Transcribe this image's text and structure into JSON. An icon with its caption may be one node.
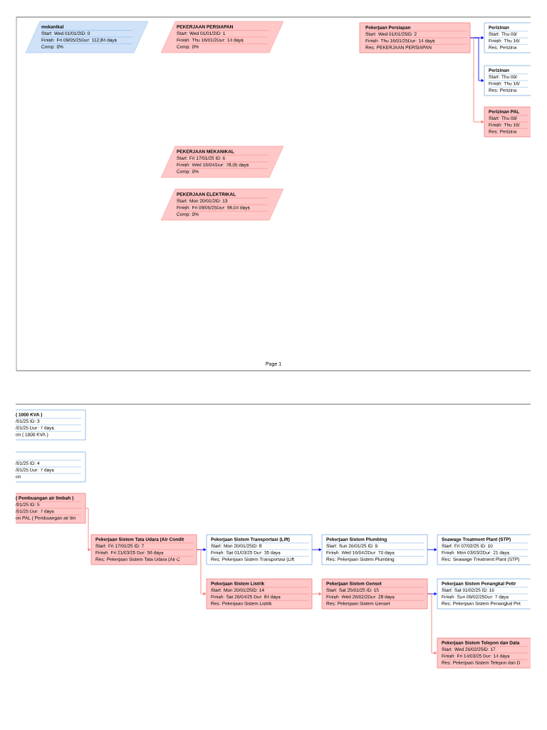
{
  "diagram": {
    "nodes": [
      {
        "text": [
          "mekanikal",
          "Start: Wed 01/01/2ID: 0",
          "Finish: Fri 09/05/25Dur: 112,84 days",
          "Comp: 0%"
        ]
      },
      {
        "text": [
          "PEKERJAAN PERSIAPAN",
          "Start: Wed 01/01/2ID: 1",
          "Finish: Thu 16/01/2Dur: 14 days",
          "Comp: 0%"
        ]
      },
      {
        "text": [
          "Pekerjaan Persiapan",
          "Start: Wed 01/01/25ID: 2",
          "Finish: Thu 16/01/25Dur: 14 days",
          "Res: PEKERJAAN PERSIAPAN"
        ]
      },
      {
        "text": [
          "Perizinan",
          "Start: Thu 09/",
          "Finish: Thu 16/",
          "Res: Perizina"
        ]
      },
      {
        "text": [
          "Perizinan",
          "Start: Thu 09/",
          "Finish: Thu 16/",
          "Res: Perizina"
        ]
      },
      {
        "text": [
          "Perizinan PAL",
          "Start: Thu 09/",
          "Finish: Thu 16/",
          "Res: Perizina"
        ]
      },
      {
        "text": [
          "PEKERJAAN MEKANIKAL",
          "Start: Fri 17/01/25 ID: 6",
          "Finish: Wed 16/04/Dur: 78,05 days",
          "Comp: 0%"
        ]
      },
      {
        "text": [
          "PEKERJAAN ELEKTRIKAL",
          "Start: Mon 20/01/2ID: 13",
          "Finish: Fri 09/05/25Dur: 96,04 days",
          "Comp: 0%"
        ]
      },
      {
        "text": [
          "( 1000 KVA )",
          "/01/25 ID: 3",
          "/01/25 Dur: 7 days",
          "on ( 1000 KVA )"
        ]
      },
      {
        "text": [
          "/01/25 ID: 4",
          "/01/25 Dur: 7 days",
          "on"
        ]
      },
      {
        "text": [
          "( Pembuangan air limbah )",
          "/01/25 ID: 5",
          "/01/25 Dur: 7 days",
          "on PAL ( Pembuangan air lim"
        ]
      },
      {
        "text": [
          "Pekerjaan Sistem Tata Udara (Air Condit",
          "Start: Fri 17/01/25 ID: 7",
          "Finish: Fri 21/03/25 Dur: 56 days",
          "Res: Pekerjaan Sistem Tata Udara (Air C"
        ]
      },
      {
        "text": [
          "Pekerjaan Sistem Transportasi (Lift)",
          "Start: Mon 20/01/25ID: 8",
          "Finish: Sat 01/03/25 Dur: 35 days",
          "Res: Pekerjaan Sistem Transportasi (Lift"
        ]
      },
      {
        "text": [
          "Pekerjaan Sistem Plumbing",
          "Start: Sun 26/01/25 ID: 9",
          "Finish: Wed 16/04/2Dur: 70 days",
          "Res: Pekerjaan Sistem Plumbing"
        ]
      },
      {
        "text": [
          "Seawage Treatment Plant (STP)",
          "Start: Fri 07/02/25 ID: 10",
          "Finish: Mon 03/03/2Dur: 21 days",
          "Res: Seawage Treatment Plant (STP)"
        ]
      },
      {
        "text": [
          "Pekerjaan Sistem Listrik",
          "Start: Mon 20/01/25ID: 14",
          "Finish: Sat 26/04/25 Dur: 84 days",
          "Res: Pekerjaan Sistem Listrik"
        ]
      },
      {
        "text": [
          "Pekerjaan Sistem Genset",
          "Start: Sat 25/01/25 ID: 15",
          "Finish: Wed 26/02/2Dur: 28 days",
          "Res: Pekerjaan Sistem Genset"
        ]
      },
      {
        "text": [
          "Pekerjaan Sistem Penangkal Petir",
          "Start: Sat 01/02/25 ID: 16",
          "Finish: Sun 09/02/25Dur: 7 days",
          "Res: Pekerjaan Sistem Penangkal Pet"
        ]
      },
      {
        "text": [
          "Pekerjaan Sistem Telepon dan Data",
          "Start: Wed 26/02/25ID: 17",
          "Finish: Fri 14/03/25 Dur: 14 days",
          "Res: Pekerjaan Sistem Telepon dan D"
        ]
      }
    ],
    "edges": [
      {
        "from": 2,
        "to": 3,
        "arrow": "to"
      },
      {
        "from": 2,
        "to": 4,
        "arrow": "to"
      },
      {
        "from": 2,
        "to": 5,
        "arrow": "to",
        "color": "#f4817c"
      },
      {
        "from": 10,
        "to": 11,
        "arrow": "to",
        "color": "#f4817c"
      },
      {
        "from": 11,
        "to": 12,
        "arrow": "to"
      },
      {
        "from": 11,
        "to": 15,
        "arrow": "to",
        "color": "#f4817c"
      },
      {
        "from": 12,
        "to": 13,
        "arrow": "to"
      },
      {
        "from": 13,
        "to": 14,
        "arrow": "to"
      },
      {
        "from": 15,
        "to": 16,
        "arrow": "to",
        "color": "#f4817c"
      },
      {
        "from": 16,
        "to": 17,
        "arrow": "to"
      },
      {
        "from": 16,
        "to": 18,
        "arrow": "to",
        "color": "#f4817c"
      }
    ],
    "labels": [
      "Page 1"
    ]
  }
}
